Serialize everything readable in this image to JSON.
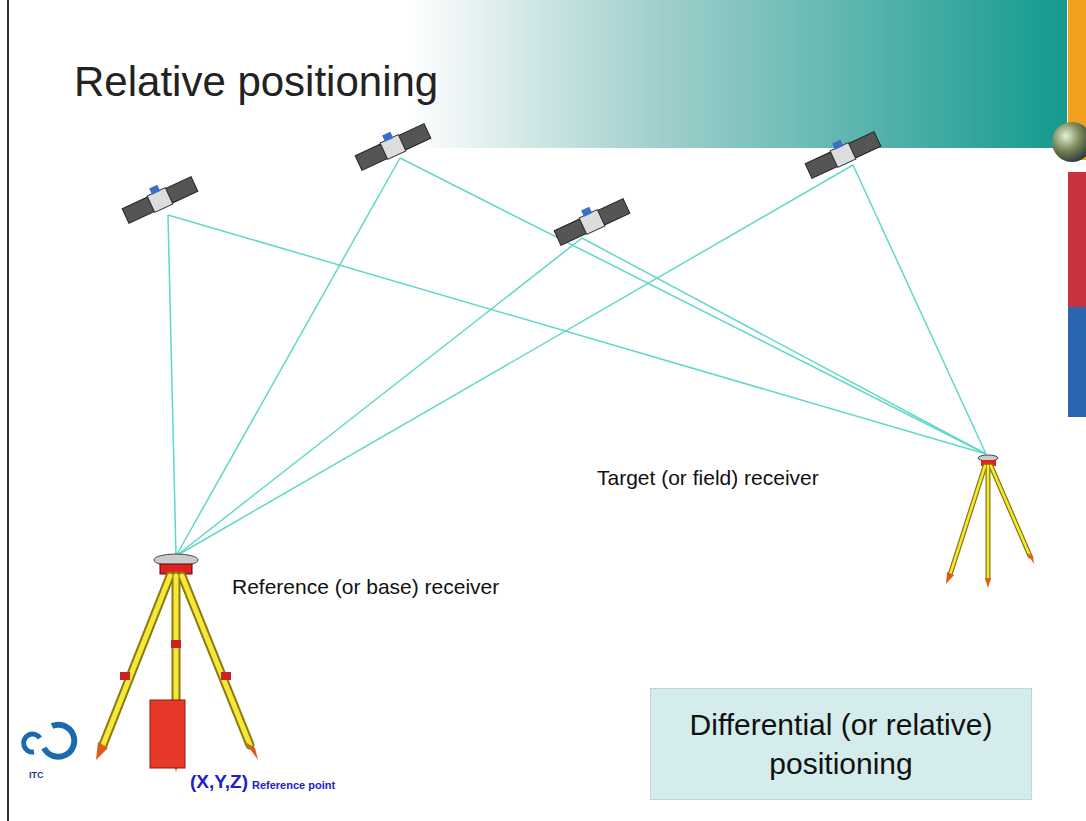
{
  "diagram": {
    "title": "Relative positioning",
    "nodes": [
      {
        "text": [
          "Differential (or relative) positioning"
        ]
      }
    ],
    "labels": [
      "Target (or field) receiver",
      "Reference (or base) receiver",
      "(X,Y,Z)",
      "Reference point",
      "ITC"
    ]
  }
}
